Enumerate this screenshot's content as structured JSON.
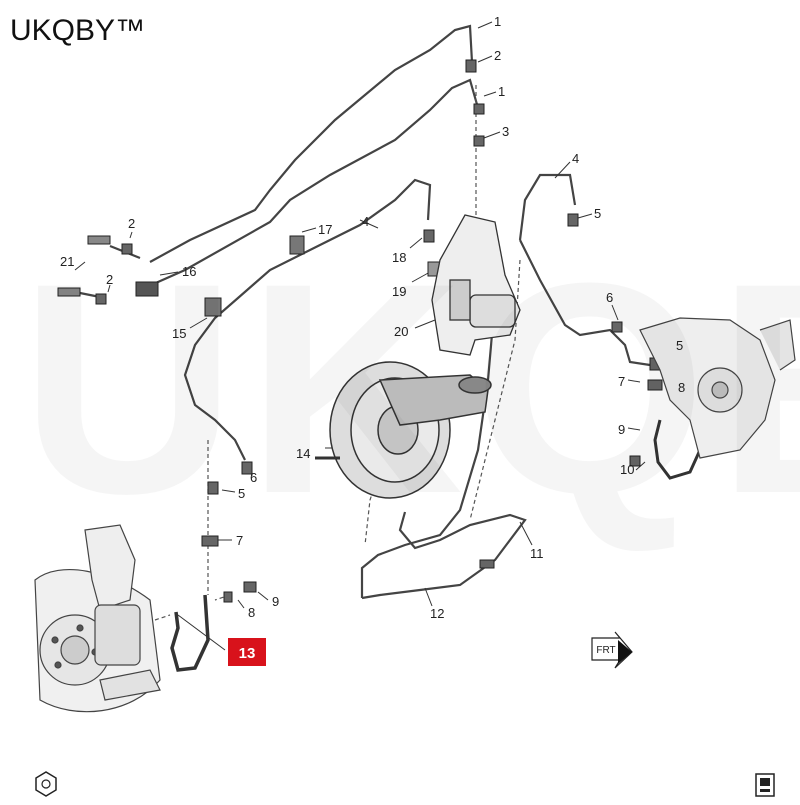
{
  "brand": "UKQBY™",
  "watermark": "UKQBY™",
  "highlight_callout": "13",
  "frt_label": "FRT",
  "highlight_color": "#d8121b",
  "line_color": "#444444",
  "callouts": [
    "1",
    "2",
    "1",
    "3",
    "4",
    "5",
    "2",
    "21",
    "2",
    "16",
    "17",
    "18",
    "19",
    "20",
    "4",
    "15",
    "6",
    "5",
    "7",
    "8",
    "9",
    "10",
    "14",
    "6",
    "5",
    "7",
    "8",
    "9",
    "11",
    "12"
  ],
  "icons": [
    "hex-nut-icon",
    "vehicle-chassis-icon"
  ]
}
